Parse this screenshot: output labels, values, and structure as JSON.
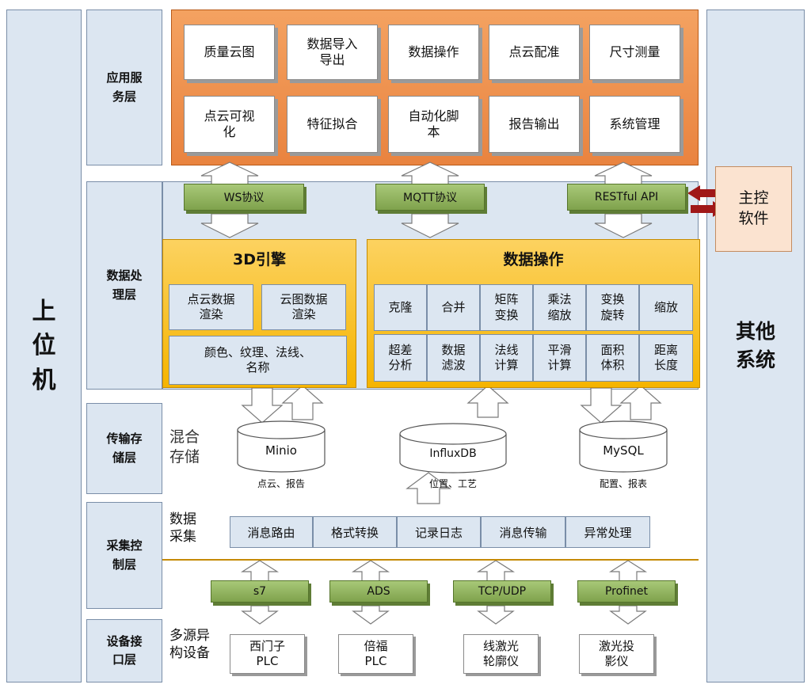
{
  "left_panel": {
    "label": "上\n位\n机"
  },
  "right_panel": {
    "label": "其他\n系统"
  },
  "main_control": {
    "label": "主控\n软件"
  },
  "layers": {
    "application": "应用服\n务层",
    "data_processing": "数据处\n理层",
    "transmission_storage": "传输存\n储层",
    "collection_control": "采集控\n制层",
    "device_interface": "设备接\n口层"
  },
  "application": {
    "row1": [
      "质量云图",
      "数据导入\n导出",
      "数据操作",
      "点云配准",
      "尺寸测量"
    ],
    "row2": [
      "点云可视\n化",
      "特征拟合",
      "自动化脚\n本",
      "报告输出",
      "系统管理"
    ]
  },
  "protocols": [
    "WS协议",
    "MQTT协议",
    "RESTful API"
  ],
  "engine_3d": {
    "title": "3D引擎",
    "items": [
      "点云数据\n渲染",
      "云图数据\n渲染",
      "颜色、纹理、法线、\n名称"
    ]
  },
  "data_operations": {
    "title": "数据操作",
    "row1": [
      "克隆",
      "合并",
      "矩阵\n变换",
      "乘法\n缩放",
      "变换\n旋转",
      "缩放"
    ],
    "row2": [
      "超差\n分析",
      "数据\n滤波",
      "法线\n计算",
      "平滑\n计算",
      "面积\n体积",
      "距离\n长度"
    ]
  },
  "storage": {
    "title": "混合\n存储",
    "databases": [
      {
        "name": "Minio",
        "caption": "点云、报告"
      },
      {
        "name": "InfluxDB",
        "caption": "位置、工艺"
      },
      {
        "name": "MySQL",
        "caption": "配置、报表"
      }
    ]
  },
  "collection": {
    "title": "数据\n采集",
    "items": [
      "消息路由",
      "格式转换",
      "记录日志",
      "消息传输",
      "异常处理"
    ],
    "protocols": [
      "s7",
      "ADS",
      "TCP/UDP",
      "Profinet"
    ]
  },
  "devices": {
    "title": "多源异\n构设备",
    "items": [
      "西门子\nPLC",
      "倍福\nPLC",
      "线激光\n轮廓仪",
      "激光投\n影仪"
    ]
  },
  "colors": {
    "application_orange": "#e9833f",
    "engine_yellow": "#f5b400",
    "layer_blue": "#dce6f1",
    "protocol_green": "#7fa24c",
    "device_peach": "#f4c8a4",
    "arrow_red": "#a01818"
  }
}
